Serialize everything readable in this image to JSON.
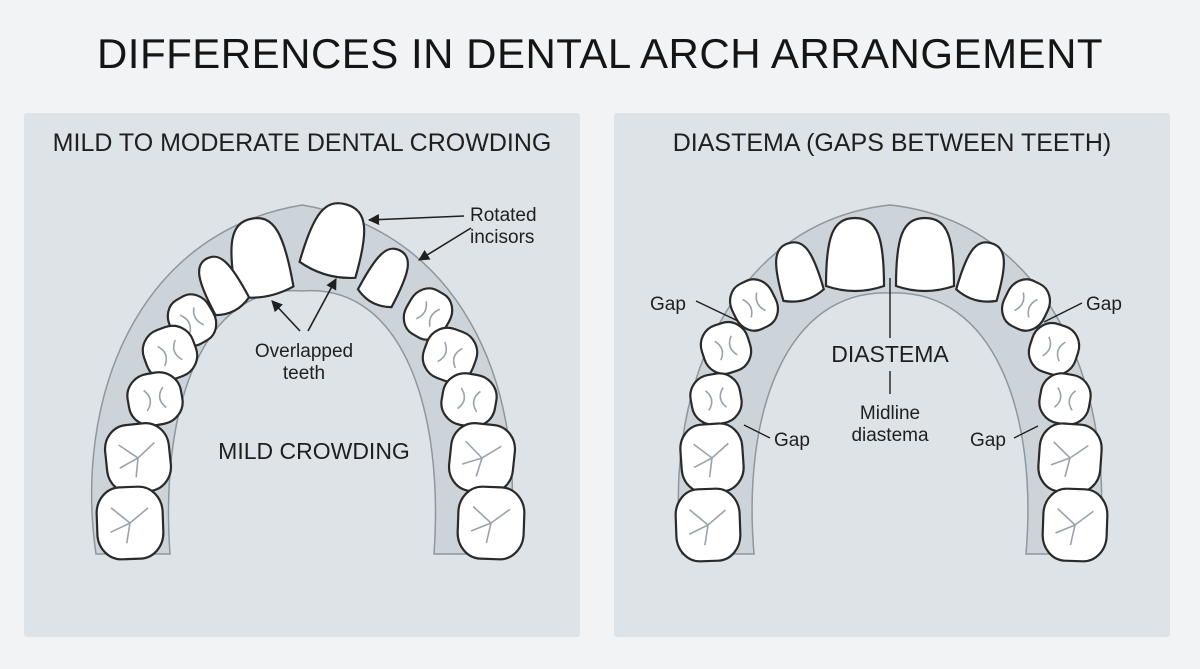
{
  "title": "DIFFERENCES IN DENTAL ARCH ARRANGEMENT",
  "left": {
    "heading": "MILD TO MODERATE DENTAL CROWDING",
    "rotated_label": "Rotated\nincisors",
    "overlapped_label": "Overlapped\nteeth",
    "center_label": "MILD CROWDING"
  },
  "right": {
    "heading": "DIASTEMA (GAPS BETWEEN TEETH)",
    "gap_upper_left": "Gap",
    "gap_upper_right": "Gap",
    "gap_lower_left": "Gap",
    "gap_lower_right": "Gap",
    "center_label": "DIASTEMA",
    "midline_label": "Midline\ndiastema"
  },
  "colors": {
    "background": "#f2f3f4",
    "panel": "#dee3e7",
    "gum": "#cdd4d9",
    "tooth": "#ffffff",
    "outline": "#2a2a2a"
  }
}
